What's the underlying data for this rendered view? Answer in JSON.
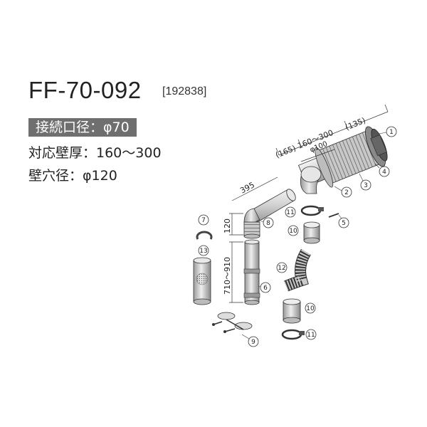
{
  "product": {
    "model": "FF-70-092",
    "code": "[192838]"
  },
  "specs": {
    "connection": "接続口径：φ70",
    "wall_thickness": "対応壁厚：160〜300",
    "hole_diameter": "壁穴径：φ120"
  },
  "dimensions": {
    "d165": "(165)",
    "d160_300": "160〜300",
    "d135": "(135)",
    "phi100": "φ100",
    "d395": "395",
    "d120": "120",
    "d710_910": "710〜910"
  },
  "part_numbers": {
    "p1": "1",
    "p2": "2",
    "p3": "3",
    "p4": "4",
    "p5": "5",
    "p6": "6",
    "p7": "7",
    "p8": "8",
    "p9": "9",
    "p10a": "10",
    "p10b": "10",
    "p11a": "11",
    "p11b": "11",
    "p12": "12",
    "p13": "13"
  }
}
